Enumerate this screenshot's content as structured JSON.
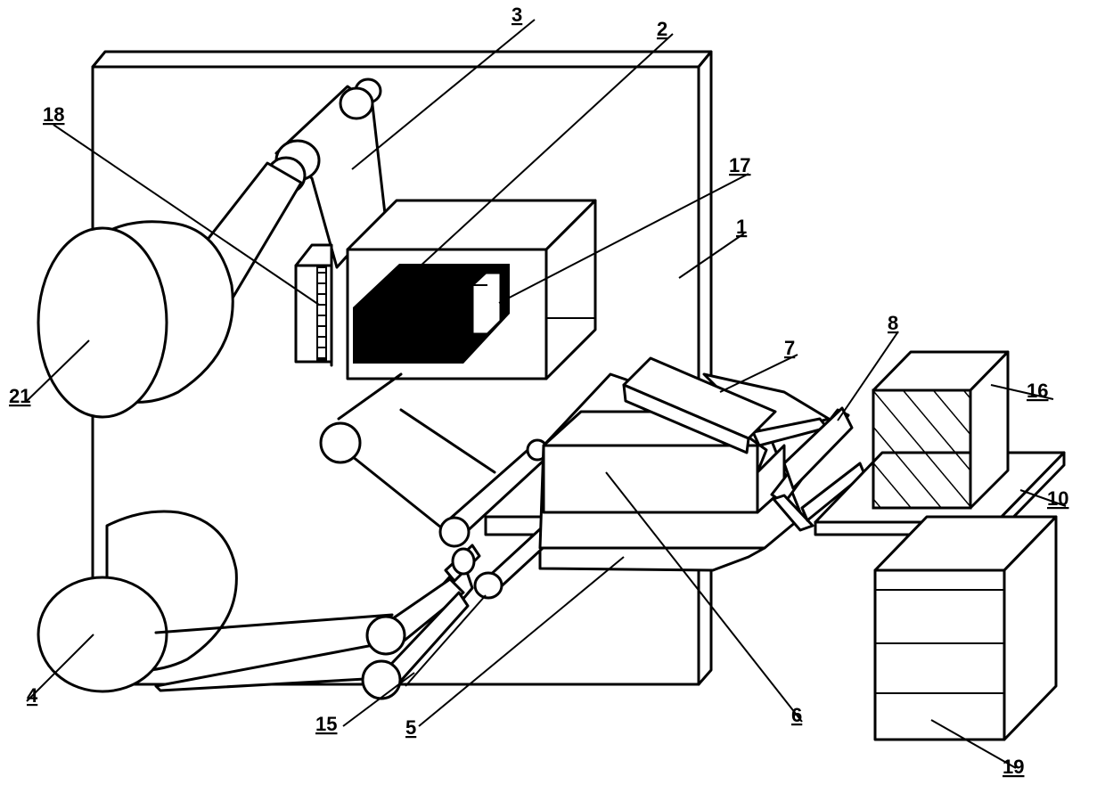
{
  "diagram": {
    "labels": {
      "l1": "1",
      "l2": "2",
      "l3": "3",
      "l4": "4",
      "l5": "5",
      "l6": "6",
      "l7": "7",
      "l8": "8",
      "l10": "10",
      "l15": "15",
      "l16": "16",
      "l17": "17",
      "l18": "18",
      "l19": "19",
      "l21": "21"
    }
  }
}
